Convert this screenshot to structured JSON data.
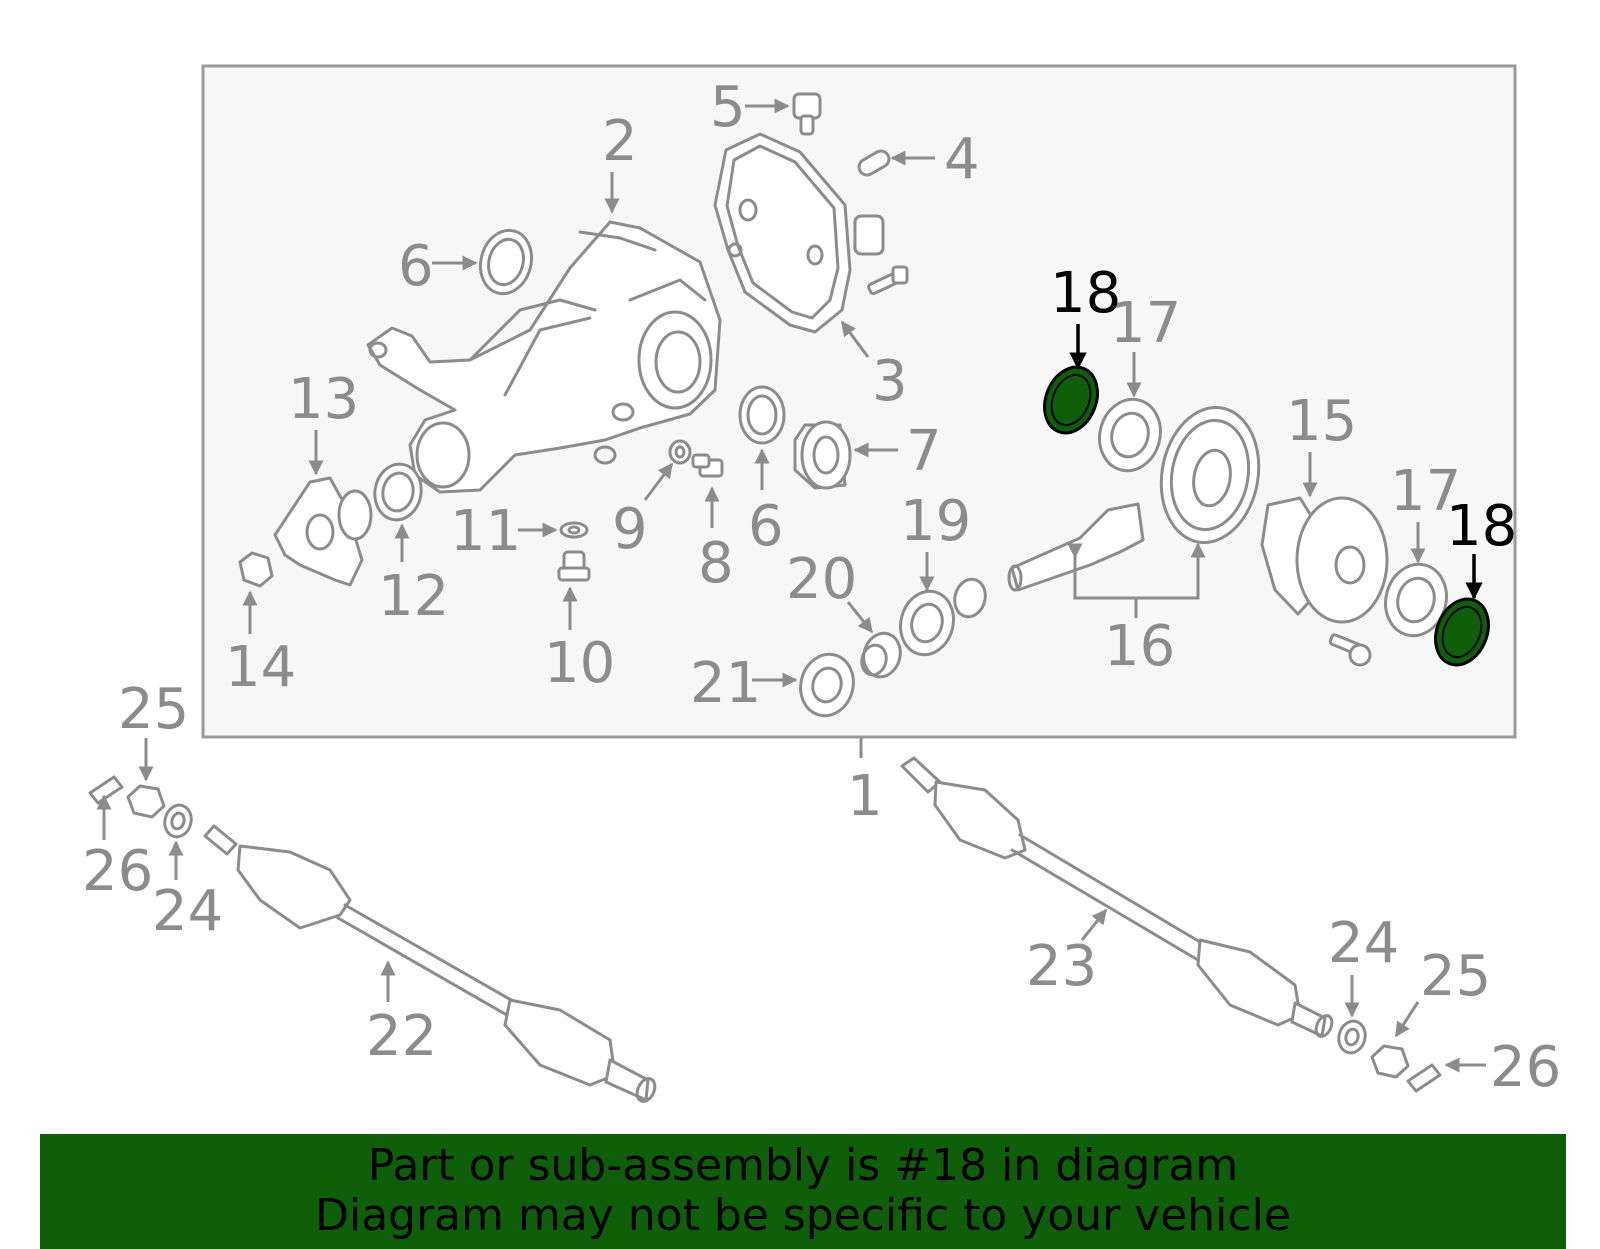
{
  "colors": {
    "panel_fill": "#f7f7f7",
    "panel_border": "#9a9a9a",
    "part_stroke": "#8c8c8c",
    "highlight_fill": "#0f5e0a",
    "banner_fill": "#0f5e0a",
    "highlight_text": "#000000"
  },
  "highlighted_part": "18",
  "callouts": {
    "c1": "1",
    "c2": "2",
    "c3": "3",
    "c4": "4",
    "c5": "5",
    "c6a": "6",
    "c6b": "6",
    "c7": "7",
    "c8": "8",
    "c9": "9",
    "c10": "10",
    "c11": "11",
    "c12": "12",
    "c13": "13",
    "c14": "14",
    "c15": "15",
    "c16": "16",
    "c17a": "17",
    "c17b": "17",
    "c18a": "18",
    "c18b": "18",
    "c19": "19",
    "c20": "20",
    "c21": "21",
    "c22": "22",
    "c23": "23",
    "c24a": "24",
    "c24b": "24",
    "c25a": "25",
    "c25b": "25",
    "c26a": "26",
    "c26b": "26"
  },
  "banner": {
    "line1": "Part or sub-assembly is #18 in diagram",
    "line2": "Diagram may not be specific to your vehicle"
  }
}
